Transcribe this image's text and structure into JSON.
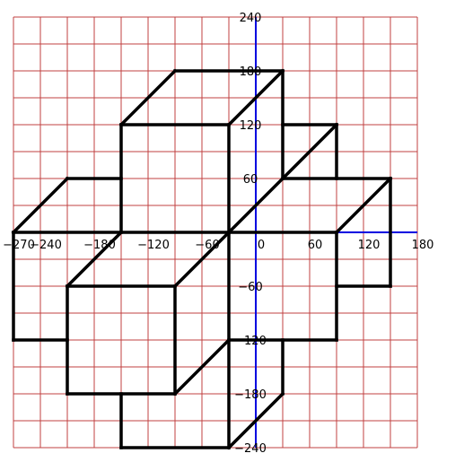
{
  "diagram": {
    "type": "isometric-grid-figure",
    "colors": {
      "grid": "#c04040",
      "axes": "#0000e0",
      "figure": "#000000",
      "background": "#ffffff"
    },
    "grid": {
      "x_range": [
        -270,
        180
      ],
      "y_range": [
        -240,
        240
      ],
      "step": 30
    },
    "x_tick_labels": [
      {
        "value": -270,
        "text": "−270"
      },
      {
        "value": -240,
        "text": "−240"
      },
      {
        "value": -180,
        "text": "−180"
      },
      {
        "value": -120,
        "text": "−120"
      },
      {
        "value": -60,
        "text": "−60"
      },
      {
        "value": 0,
        "text": "0"
      },
      {
        "value": 60,
        "text": "60"
      },
      {
        "value": 120,
        "text": "120"
      },
      {
        "value": 180,
        "text": "180"
      }
    ],
    "y_tick_labels": [
      {
        "value": 240,
        "text": "240"
      },
      {
        "value": 180,
        "text": "180"
      },
      {
        "value": 120,
        "text": "120"
      },
      {
        "value": 60,
        "text": "60"
      },
      {
        "value": -60,
        "text": "−60"
      },
      {
        "value": -120,
        "text": "−120"
      },
      {
        "value": -180,
        "text": "−180"
      },
      {
        "value": -240,
        "text": "−240"
      }
    ],
    "figure_segments": [
      [
        -150,
        120,
        -30,
        120
      ],
      [
        -150,
        120,
        -150,
        0
      ],
      [
        -30,
        120,
        -30,
        0
      ],
      [
        -150,
        120,
        -90,
        180
      ],
      [
        -90,
        180,
        30,
        180
      ],
      [
        -30,
        120,
        30,
        180
      ],
      [
        30,
        180,
        30,
        60
      ],
      [
        30,
        120,
        90,
        120
      ],
      [
        90,
        120,
        90,
        60
      ],
      [
        30,
        60,
        90,
        120
      ],
      [
        30,
        60,
        150,
        60
      ],
      [
        90,
        0,
        150,
        60
      ],
      [
        150,
        60,
        150,
        -60
      ],
      [
        90,
        -60,
        150,
        -60
      ],
      [
        -270,
        0,
        90,
        0
      ],
      [
        90,
        0,
        90,
        -120
      ],
      [
        -30,
        -120,
        90,
        -120
      ],
      [
        -270,
        0,
        -270,
        -120
      ],
      [
        -270,
        -120,
        -210,
        -120
      ],
      [
        -270,
        0,
        -210,
        60
      ],
      [
        -210,
        60,
        -150,
        60
      ],
      [
        -210,
        -60,
        -90,
        -60
      ],
      [
        -210,
        -60,
        -210,
        -180
      ],
      [
        -210,
        -180,
        -90,
        -180
      ],
      [
        -90,
        -60,
        -90,
        -180
      ],
      [
        -210,
        -60,
        -150,
        0
      ],
      [
        -90,
        -60,
        -30,
        0
      ],
      [
        -30,
        0,
        30,
        60
      ],
      [
        -90,
        -180,
        -30,
        -120
      ],
      [
        -30,
        0,
        -30,
        -240
      ],
      [
        30,
        -120,
        30,
        -180
      ],
      [
        -150,
        -240,
        -30,
        -240
      ],
      [
        -150,
        -180,
        -150,
        -240
      ],
      [
        -30,
        -240,
        30,
        -180
      ]
    ]
  }
}
